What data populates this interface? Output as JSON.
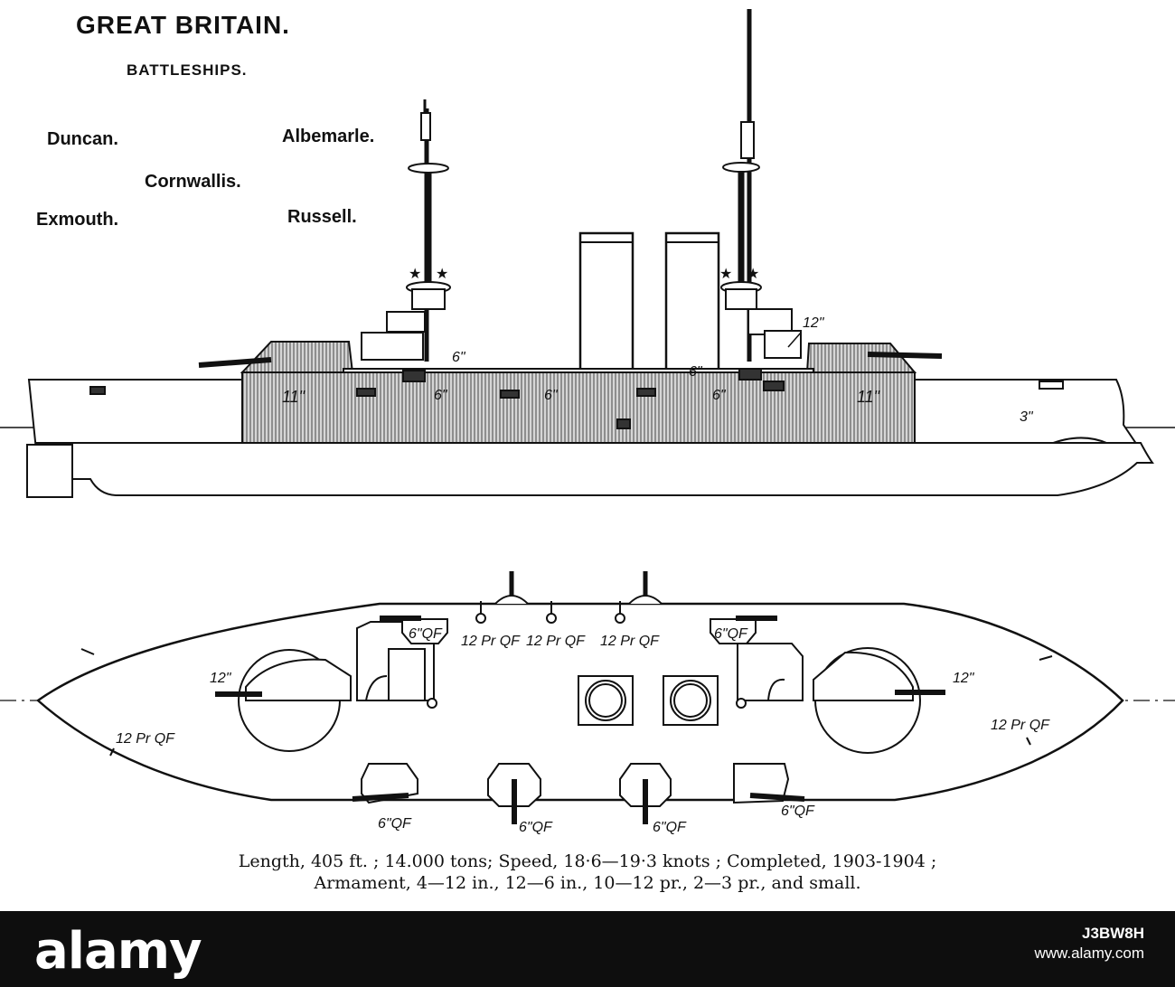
{
  "header": {
    "title": "GREAT BRITAIN.",
    "subtitle": "BATTLESHIPS."
  },
  "ships": {
    "duncan": "Duncan.",
    "albemarle": "Albemarle.",
    "cornwallis": "Cornwallis.",
    "exmouth": "Exmouth.",
    "russell": "Russell."
  },
  "profile_labels": {
    "bow_armour": "11\"",
    "stern_armour": "11\"",
    "belt_end": "3\"",
    "gun_6_a": "6\"",
    "gun_6_b": "6\"",
    "gun_6_c": "6\"",
    "gun_6_d": "6\"",
    "gun_6_e": "6\"",
    "gun_12": "12\""
  },
  "plan_labels": {
    "main_left": "12\"",
    "main_right": "12\"",
    "qf12_left": "12 Pr QF",
    "qf12_right": "12 Pr QF",
    "qf12_top_1": "12 Pr QF",
    "qf12_top_2": "12 Pr QF",
    "qf12_top_3": "12 Pr QF",
    "qf6_top_left": "6\"QF",
    "qf6_top_right": "6\"QF",
    "qf6_bot_1": "6\"QF",
    "qf6_bot_2": "6\"QF",
    "qf6_bot_3": "6\"QF",
    "qf6_bot_4": "6\"QF"
  },
  "caption": {
    "line1": "Length, 405 ft. ; 14.000 tons; Speed, 18·6—19·3 knots ; Completed, 1903-1904 ;",
    "line2": "Armament, 4—12 in., 12—6 in., 10—12 pr., 2—3 pr., and small."
  },
  "watermark": {
    "logo": "alamy",
    "image_id": "J3BW8H",
    "site": "www.alamy.com"
  },
  "colors": {
    "ink": "#111111",
    "armour": "#9a9a9a",
    "paper": "#ffffff",
    "banner": "#0e0e0e"
  }
}
